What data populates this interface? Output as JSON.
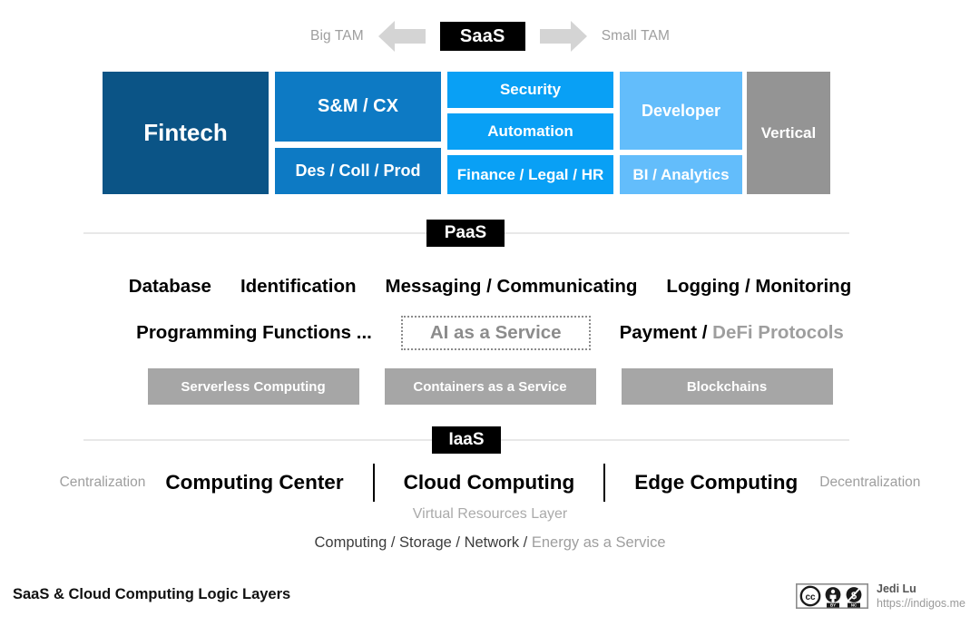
{
  "top": {
    "left_label": "Big TAM",
    "right_label": "Small TAM",
    "center_badge": "SaaS",
    "left_arrow_icon": "arrow-left-icon",
    "right_arrow_icon": "arrow-right-icon"
  },
  "colors": {
    "dark_blue": "#0B5486",
    "medium_blue": "#0D7AC4",
    "bright_blue": "#09A0F5",
    "light_blue": "#63BDFB",
    "gray": "#949494",
    "capsule_gray": "#A6A6A6",
    "badge_black": "#000000",
    "muted_text": "#9E9E9E",
    "rule": "#E8E8E8"
  },
  "saas": {
    "boxes": [
      {
        "label": "Fintech",
        "color": "#0B5486",
        "font_size": 26
      },
      {
        "label": "S&M / CX",
        "color": "#0D7AC4",
        "font_size": 20
      },
      {
        "label": "Des / Coll / Prod",
        "color": "#0D7AC4",
        "font_size": 18
      },
      {
        "label": "Security",
        "color": "#09A0F5",
        "font_size": 17
      },
      {
        "label": "Automation",
        "color": "#09A0F5",
        "font_size": 17
      },
      {
        "label": "Finance / Legal / HR",
        "color": "#09A0F5",
        "font_size": 17
      },
      {
        "label": "Developer",
        "color": "#63BDFB",
        "font_size": 18
      },
      {
        "label": "BI / Analytics",
        "color": "#63BDFB",
        "font_size": 17
      },
      {
        "label": "Vertical",
        "color": "#949494",
        "font_size": 17
      }
    ]
  },
  "paas": {
    "badge": "PaaS",
    "row1": [
      "Database",
      "Identification",
      "Messaging / Communicating",
      "Logging / Monitoring"
    ],
    "row2_before": "Programming Functions ...",
    "row2_boxed": "AI as a Service",
    "row2_payment_dark": "Payment /",
    "row2_payment_gray": "DeFi Protocols",
    "capsules": [
      "Serverless Computing",
      "Containers as a Service",
      "Blockchains"
    ]
  },
  "iaas": {
    "badge": "IaaS",
    "left_edge": "Centralization",
    "right_edge": "Decentralization",
    "pillars": [
      "Computing Center",
      "Cloud Computing",
      "Edge Computing"
    ],
    "virtual_layer": "Virtual Resources Layer",
    "service_line_dark": "Computing / Storage / Network /",
    "service_line_gray": "Energy as a Service"
  },
  "footer": {
    "title": "SaaS & Cloud Computing Logic Layers",
    "license_icon": "creative-commons-by-nc-icon",
    "license_labels": {
      "by": "BY",
      "nc": "NC"
    },
    "author": "Jedi Lu",
    "url": "https://indigos.me"
  }
}
